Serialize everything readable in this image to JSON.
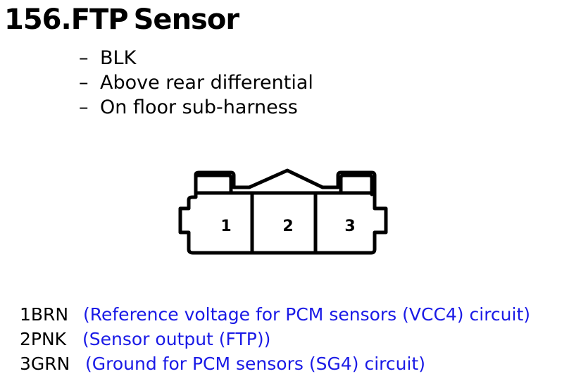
{
  "title": {
    "number": "156.FTP",
    "name": "Sensor"
  },
  "details": [
    {
      "dash": "–",
      "text": "BLK"
    },
    {
      "dash": "–",
      "text": "Above rear differential"
    },
    {
      "dash": "–",
      "text": "On floor sub-harness"
    }
  ],
  "connector": {
    "pins": [
      "1",
      "2",
      "3"
    ]
  },
  "pinouts": [
    {
      "wire": "1BRN",
      "description": "(Reference voltage for PCM sensors (VCC4) circuit)"
    },
    {
      "wire": "2PNK",
      "description": "(Sensor output (FTP))"
    },
    {
      "wire": "3GRN",
      "description": "(Ground for PCM sensors (SG4) circuit)"
    }
  ],
  "colors": {
    "description_text": "#1a1ae6",
    "text": "#000000"
  }
}
